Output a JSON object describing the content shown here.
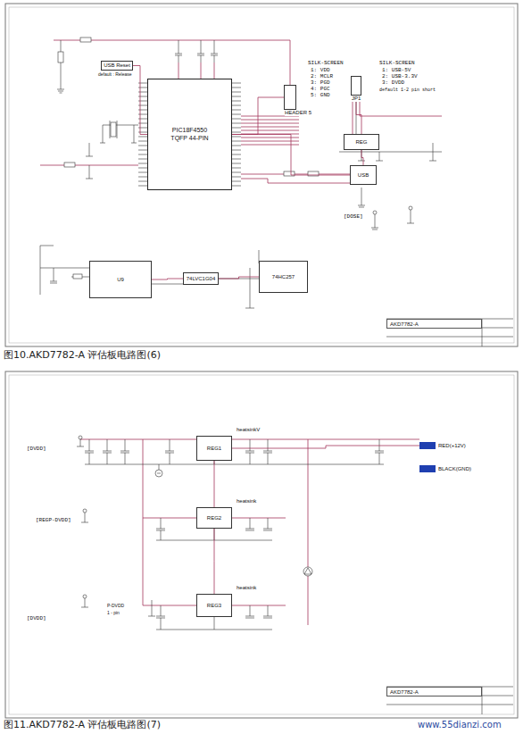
{
  "diagram": {
    "nodes": [
      {
        "text": [
          "PIC18F4550",
          "TQFP 44-PIN"
        ]
      },
      {
        "text": [
          "USB Reset"
        ]
      },
      {
        "text": [
          "HEADER 5"
        ]
      },
      {
        "text": [
          "JP1"
        ]
      },
      {
        "text": [
          "REG"
        ]
      },
      {
        "text": [
          "USB"
        ]
      },
      {
        "text": [
          "U9"
        ]
      },
      {
        "text": [
          "74LVC1G04"
        ]
      },
      {
        "text": [
          "74HC257"
        ]
      },
      {
        "text": [
          "AKD7782-A"
        ]
      },
      {
        "text": [
          "REG1"
        ]
      },
      {
        "text": [
          "REG2"
        ]
      },
      {
        "text": [
          "REG3"
        ]
      },
      {
        "text": [
          "RED(+12V)"
        ]
      },
      {
        "text": [
          "BLACK(GND)"
        ]
      },
      {
        "text": [
          "AKD7782-A"
        ]
      }
    ],
    "edges": [
      {
        "from": 1,
        "to": 0,
        "arrow": "none"
      },
      {
        "from": 0,
        "to": 2,
        "arrow": "none"
      },
      {
        "from": 0,
        "to": 5,
        "arrow": "none"
      },
      {
        "from": 3,
        "to": 4,
        "arrow": "none"
      },
      {
        "from": 4,
        "to": 5,
        "arrow": "none"
      },
      {
        "from": 6,
        "to": 7,
        "arrow": "none"
      },
      {
        "from": 7,
        "to": 8,
        "arrow": "none"
      },
      {
        "from": 10,
        "to": 13,
        "arrow": "none"
      },
      {
        "from": 10,
        "to": 11,
        "arrow": "none"
      },
      {
        "from": 11,
        "to": 12,
        "arrow": "none"
      }
    ],
    "labels": [
      "SILK-SCREEN",
      "1: VDD",
      "2: MCLR",
      "3: PGD",
      "4: PGC",
      "5: GND",
      "SILK-SCREEN",
      "1: USB-5V",
      "2: USB-3.3V",
      "3: DVDD",
      "default 1-2 pin short",
      "default : Release",
      "[DOSE]",
      "heatsinkV",
      "heatsink",
      "heatsink",
      "[DVDD]",
      "[REGP-DVDD]",
      "[DVDD]",
      "P-DVDD",
      "1 - pin",
      "图10.AKD7782-A 评估板电路图(6)",
      "图11.AKD7782-A 评估板电路图(7)",
      "www.55dianzi.com"
    ]
  }
}
